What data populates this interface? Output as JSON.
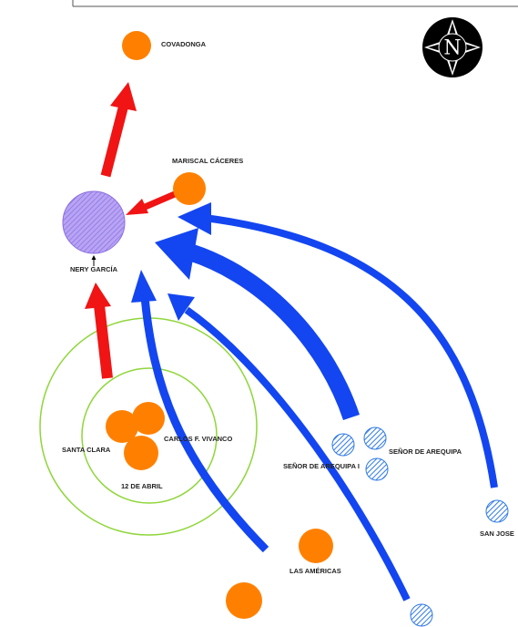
{
  "colors": {
    "flow_blue": "#1346f0",
    "flow_red": "#f01414",
    "site_orange": "#ff8000",
    "site_blue_hatched": "#3a86e8",
    "hub_purple": "#a58cf0",
    "ring_green": "#8fd63a"
  },
  "compass": {
    "icon": "north-arrow-icon",
    "letter": "N"
  },
  "hub": {
    "label": "NERY GARCÍA"
  },
  "places": {
    "covadonga": "COVADONGA",
    "mariscal_caceres": "MARISCAL CÁCERES",
    "santa_clara": "SANTA CLARA",
    "carlos_vivanco": "CARLOS F. VIVANCO",
    "doce_abril": "12 DE ABRIL",
    "las_americas": "LAS AMÉRICAS",
    "senor_arequipa_i": "SEÑOR DE AREQUIPA I",
    "senor_arequipa": "SEÑOR DE AREQUIPA",
    "san_jose": "SAN JOSE"
  }
}
